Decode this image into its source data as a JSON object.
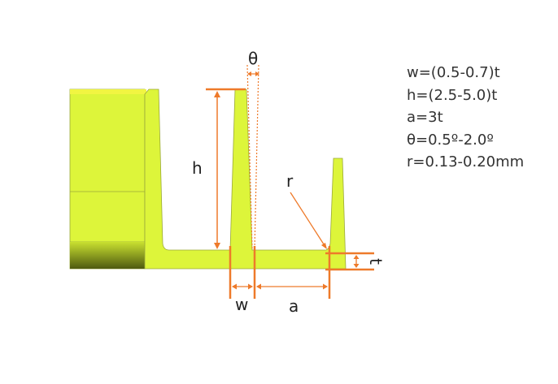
{
  "diagram": {
    "labels": {
      "h": "h",
      "w": "w",
      "a": "a",
      "t": "t",
      "r": "r",
      "theta": "θ"
    },
    "colors": {
      "part": "#ddf53a",
      "part_edge": "#9aa83a",
      "part_dark": "#4e5a10",
      "dimension": "#ee7a2a"
    }
  },
  "specs": [
    "w=(0.5-0.7)t",
    "h=(2.5-5.0)t",
    "a=3t",
    "θ=0.5º-2.0º",
    "r=0.13-0.20mm"
  ]
}
